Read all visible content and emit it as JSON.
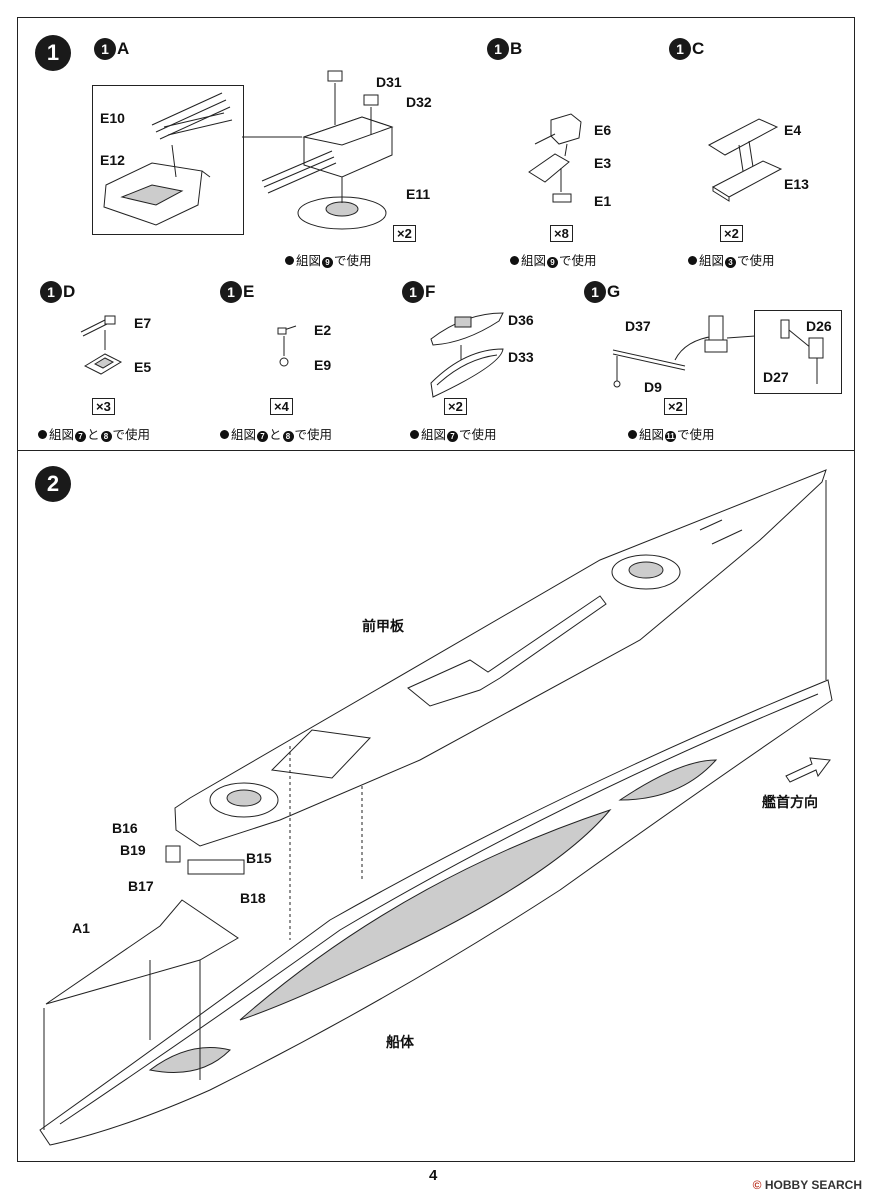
{
  "page_number": "4",
  "watermark": {
    "brand": "HOBBY",
    "brand2": "SEARCH",
    "copyright": "©"
  },
  "step1": {
    "number": "1",
    "subs": [
      {
        "letter": "A",
        "parts": [
          "E10",
          "E12",
          "D31",
          "D32",
          "E11"
        ],
        "qty": "×2",
        "note_pre": "組図",
        "ref": "9",
        "note_post": "で使用"
      },
      {
        "letter": "B",
        "parts": [
          "E6",
          "E3",
          "E1"
        ],
        "qty": "×8",
        "note_pre": "組図",
        "ref": "9",
        "note_post": "で使用"
      },
      {
        "letter": "C",
        "parts": [
          "E4",
          "E13"
        ],
        "qty": "×2",
        "note_pre": "組図",
        "ref": "3",
        "note_post": "で使用"
      },
      {
        "letter": "D",
        "parts": [
          "E7",
          "E5"
        ],
        "qty": "×3",
        "note_pre": "組図",
        "ref": "7",
        "note_mid": "と",
        "ref2": "8",
        "note_post": "で使用"
      },
      {
        "letter": "E",
        "parts": [
          "E2",
          "E9"
        ],
        "qty": "×4",
        "note_pre": "組図",
        "ref": "7",
        "note_mid": "と",
        "ref2": "8",
        "note_post": "で使用"
      },
      {
        "letter": "F",
        "parts": [
          "D36",
          "D33"
        ],
        "qty": "×2",
        "note_pre": "組図",
        "ref": "7",
        "note_post": "で使用"
      },
      {
        "letter": "G",
        "parts": [
          "D37",
          "D9",
          "D26",
          "D27"
        ],
        "qty": "×2",
        "note_pre": "組図",
        "ref": "11",
        "note_post": "で使用"
      }
    ]
  },
  "step2": {
    "number": "2",
    "labels": {
      "fore_deck": "前甲板",
      "hull": "船体",
      "bow_direction": "艦首方向"
    },
    "parts": [
      "B16",
      "B19",
      "B15",
      "B17",
      "B18",
      "A1"
    ]
  }
}
